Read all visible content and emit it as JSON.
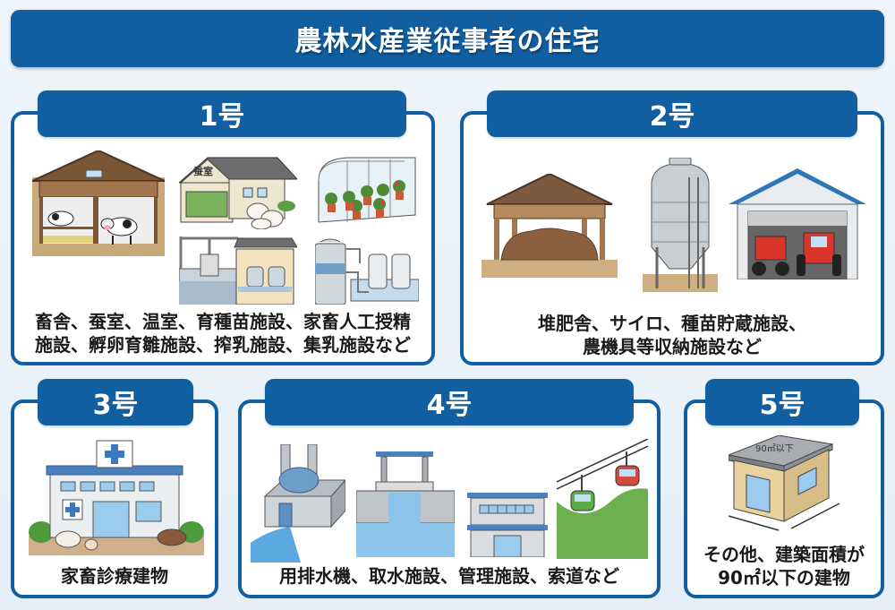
{
  "title": "農林水産業従事者の住宅",
  "colors": {
    "primary": "#115ea0",
    "background": "#eaf2fa",
    "panel_bg": "#ffffff",
    "text": "#1a1a1a"
  },
  "panels": [
    {
      "id": "1",
      "label": "1号",
      "caption_lines": [
        "畜舎、蚕室、温室、育種苗施設、家畜人工授精",
        "施設、孵卵育雛施設、搾乳施設、集乳施設など"
      ],
      "illustrations": [
        "cow-barn",
        "silkworm-room",
        "greenhouse",
        "seedling-facility",
        "milk-collection-tanks"
      ],
      "sign_text": "蚕室"
    },
    {
      "id": "2",
      "label": "2号",
      "caption_lines": [
        "堆肥舎、サイロ、種苗貯蔵施設、",
        "農機具等収納施設など"
      ],
      "illustrations": [
        "compost-shed",
        "silo",
        "tractor-garage"
      ]
    },
    {
      "id": "3",
      "label": "3号",
      "caption_lines": [
        "家畜診療建物"
      ],
      "illustrations": [
        "veterinary-clinic"
      ]
    },
    {
      "id": "4",
      "label": "4号",
      "caption_lines": [
        "用排水機、取水施設、管理施設、索道など"
      ],
      "illustrations": [
        "water-pump",
        "water-intake-gate",
        "management-building",
        "ropeway"
      ]
    },
    {
      "id": "5",
      "label": "5号",
      "caption_lines": [
        "その他、建築面積が",
        "90㎡以下の建物"
      ],
      "illustrations": [
        "small-building"
      ],
      "roof_text": "90㎡以下"
    }
  ]
}
